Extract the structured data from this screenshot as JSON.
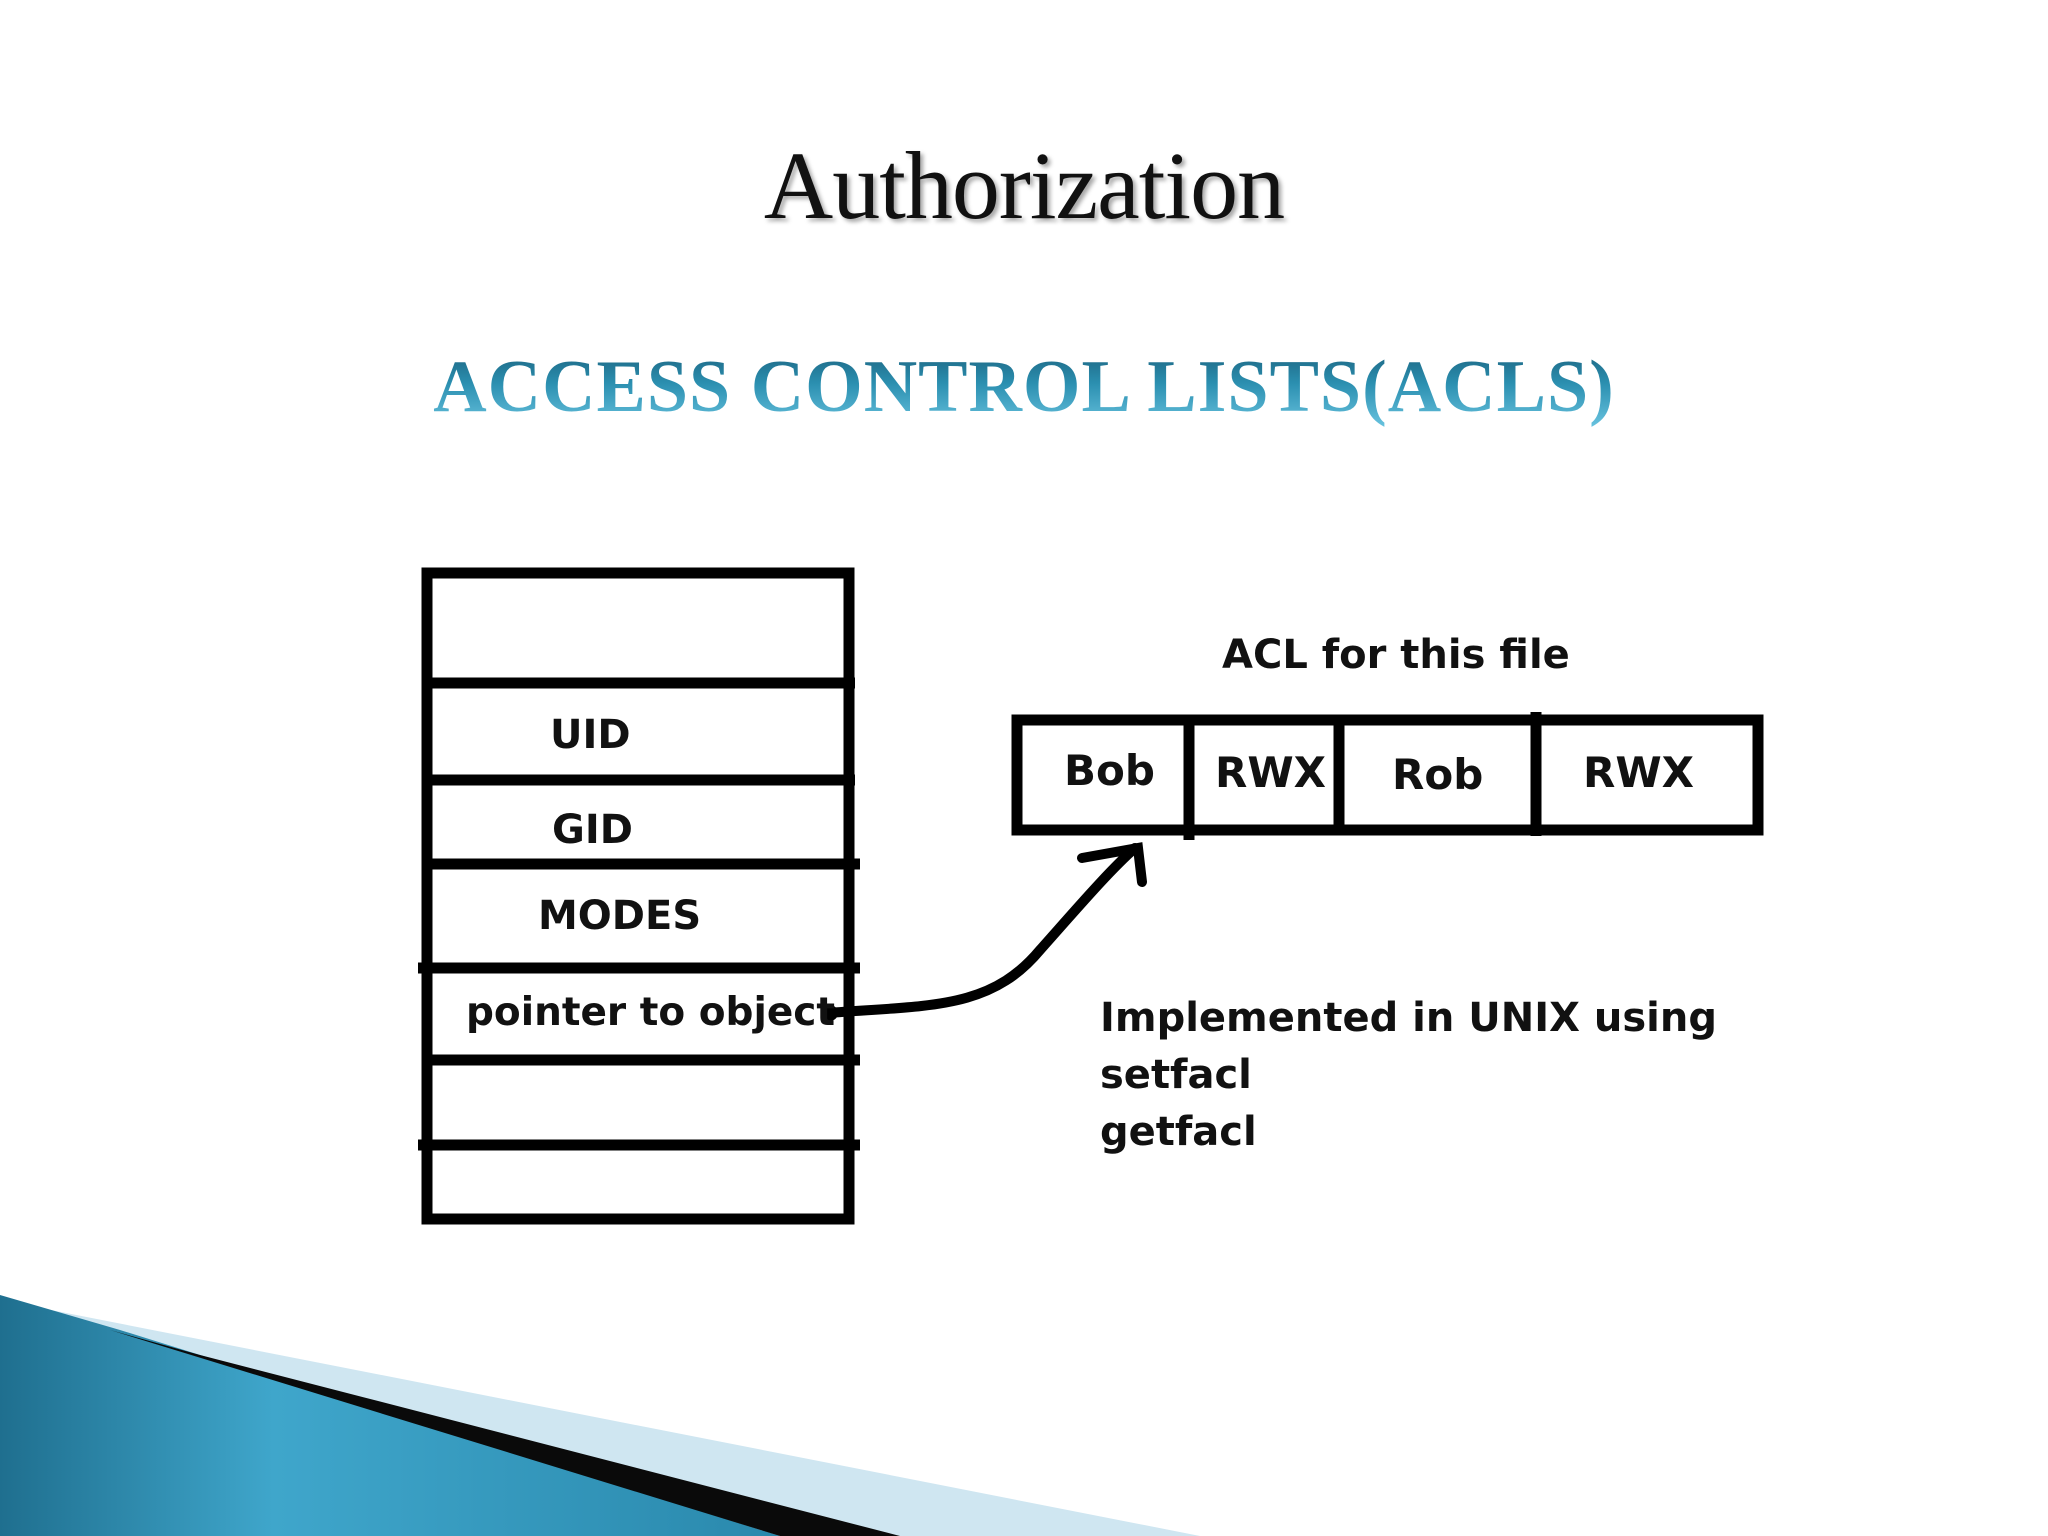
{
  "title": "Authorization",
  "subtitle": "ACCESS CONTROL LISTS(ACLS)",
  "inode": {
    "rows": [
      "",
      "UID",
      "GID",
      "MODES",
      "pointer to object",
      "",
      ""
    ]
  },
  "acl": {
    "caption": "ACL for this file",
    "cells": [
      "Bob",
      "RWX",
      "Rob",
      "RWX"
    ]
  },
  "note": {
    "line1": "Implemented in UNIX using",
    "line2": "setfacl",
    "line3": "getfacl"
  },
  "colors": {
    "accent": "#2b8fb0",
    "stroke": "#000000"
  }
}
